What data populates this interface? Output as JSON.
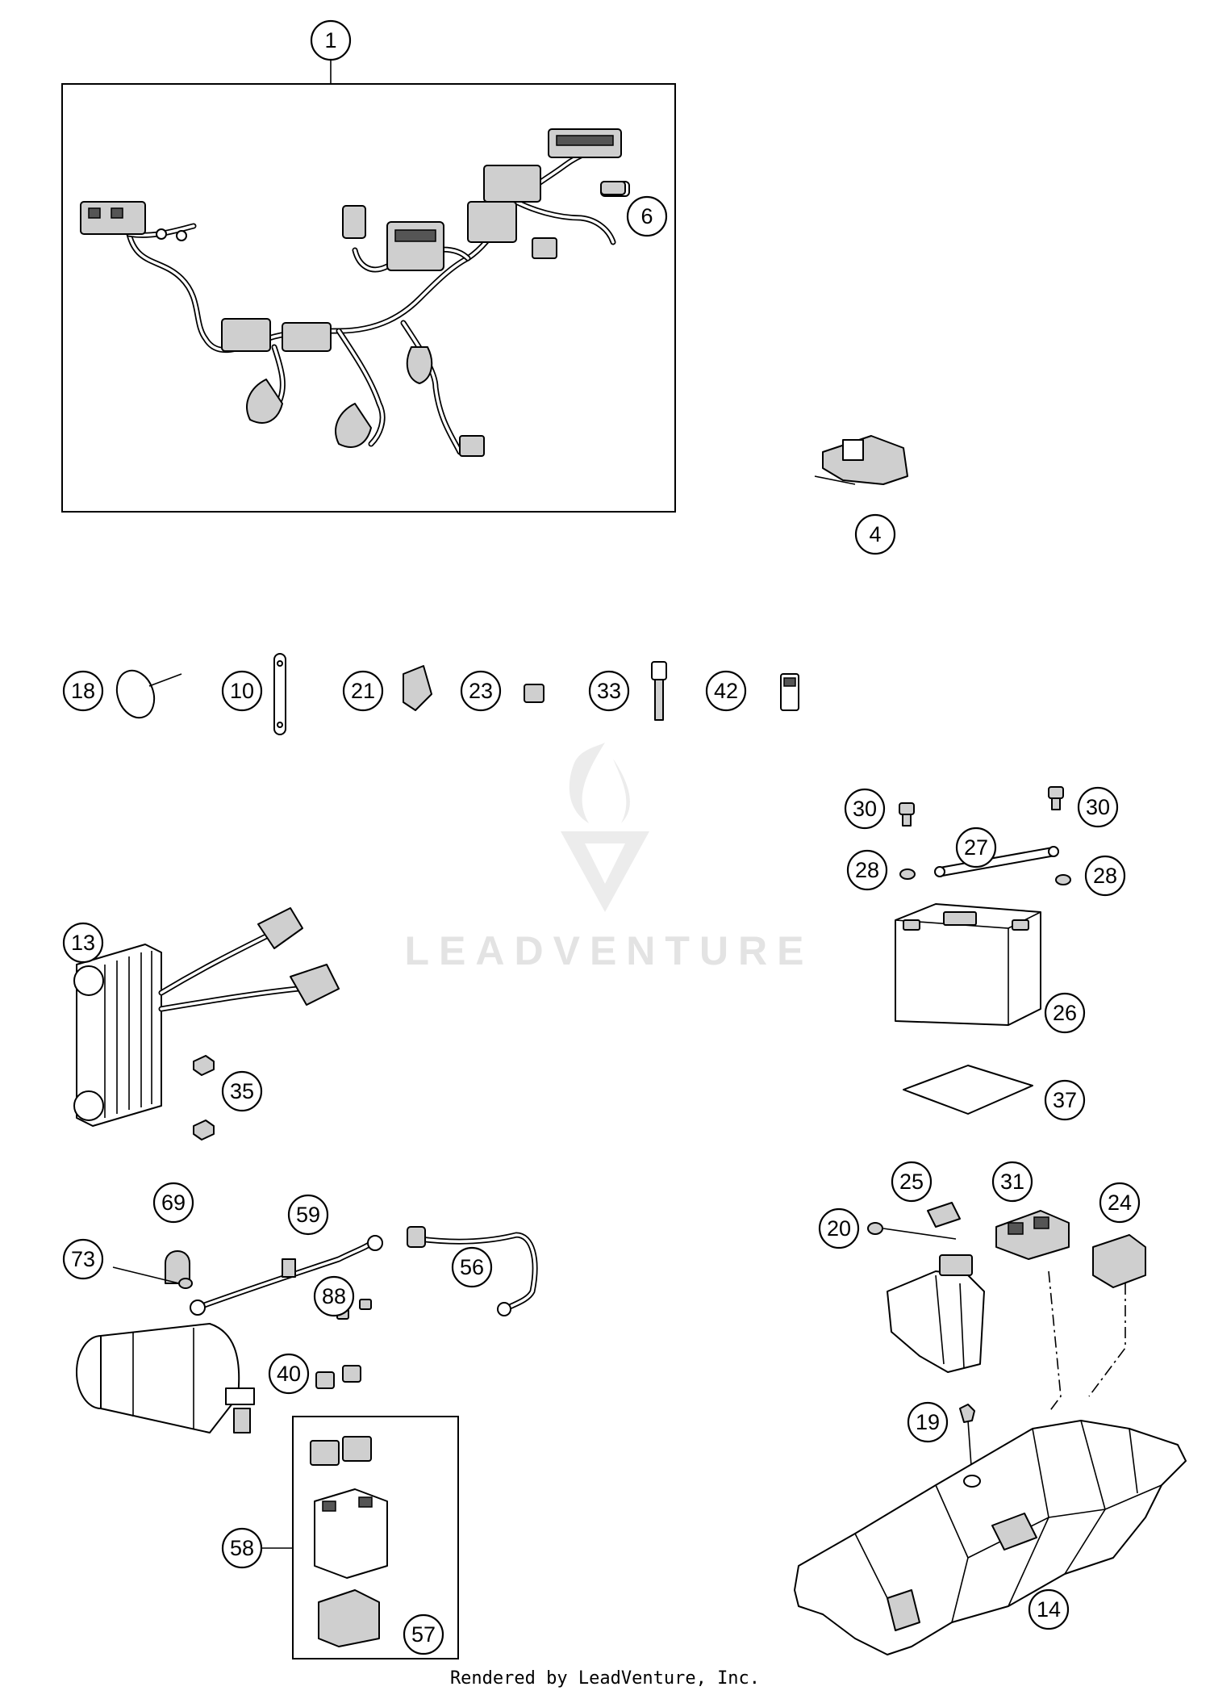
{
  "callouts": [
    {
      "label": "1"
    },
    {
      "label": "6"
    },
    {
      "label": "4"
    },
    {
      "label": "18"
    },
    {
      "label": "10"
    },
    {
      "label": "21"
    },
    {
      "label": "23"
    },
    {
      "label": "33"
    },
    {
      "label": "42"
    },
    {
      "label": "30"
    },
    {
      "label": "30"
    },
    {
      "label": "27"
    },
    {
      "label": "28"
    },
    {
      "label": "28"
    },
    {
      "label": "13"
    },
    {
      "label": "26"
    },
    {
      "label": "35"
    },
    {
      "label": "37"
    },
    {
      "label": "69"
    },
    {
      "label": "59"
    },
    {
      "label": "73"
    },
    {
      "label": "56"
    },
    {
      "label": "88"
    },
    {
      "label": "40"
    },
    {
      "label": "25"
    },
    {
      "label": "31"
    },
    {
      "label": "24"
    },
    {
      "label": "20"
    },
    {
      "label": "19"
    },
    {
      "label": "58"
    },
    {
      "label": "57"
    },
    {
      "label": "14"
    }
  ],
  "watermark": {
    "text": "LEADVENTURE"
  },
  "footer": {
    "text": "Rendered by LeadVenture, Inc."
  }
}
